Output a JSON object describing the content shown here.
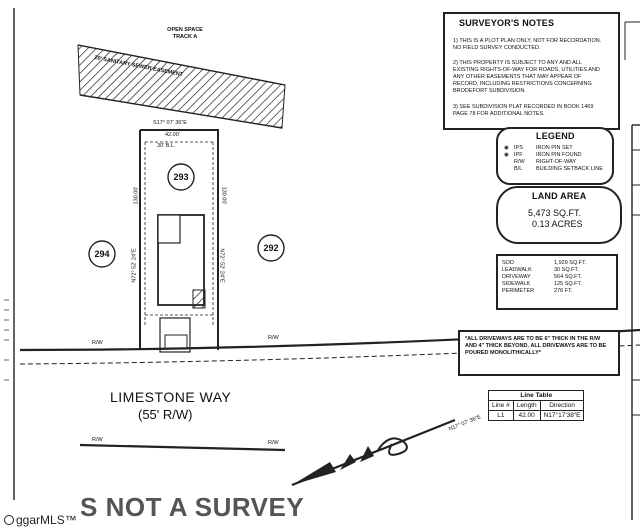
{
  "labels": {
    "open_space": "OPEN SPACE",
    "track": "TRACK A",
    "easement": "20' SANITARY SEWER EASEMENT",
    "bearing_top": "S17° 07' 36\"E",
    "width_top": "42.00'",
    "setback_front": "30' B.L.",
    "lot_main": "293",
    "lot_left": "294",
    "lot_right": "292",
    "dim_left": "130.00'",
    "dim_right": "130.00'",
    "bearing_left": "N72° 52' 24\"E",
    "bearing_right": "N72° 52' 24\"E",
    "rw_left": "R/W",
    "rw_right": "R/W",
    "rw_bottom_left": "R/W",
    "rw_bottom_right": "R/W",
    "street_name": "LIMESTONE WAY",
    "street_rw": "(55' R/W)",
    "chord_label": "N17° 07' 36\"E"
  },
  "surveyor_notes": {
    "title": "SURVEYOR'S NOTES",
    "notes": [
      "1) THIS IS A PLOT PLAN ONLY, NOT FOR RECORDATION. NO FIELD SURVEY CONDUCTED.",
      "2) THIS PROPERTY IS SUBJECT TO ANY AND ALL EXISTING RIGHTS-OF-WAY FOR ROADS, UTILITIES AND ANY OTHER EASEMENTS THAT MAY APPEAR OF RECORD, INCLUDING RESTRICTIONS CONCERNING BRODEFORT SUBDIVISION.",
      "3) SEE SUBDIVISION PLAT RECORDED IN BOOK 1469 PAGE 78 FOR ADDITIONAL NOTES."
    ]
  },
  "legend": {
    "title": "LEGEND",
    "items": [
      {
        "code": "IPS",
        "desc": "IRON PIN SET"
      },
      {
        "code": "IPF",
        "desc": "IRON PIN FOUND"
      },
      {
        "code": "R/W",
        "desc": "RIGHT-OF-WAY"
      },
      {
        "code": "B/L",
        "desc": "BUILDING SETBACK LINE"
      }
    ]
  },
  "land_area": {
    "title": "LAND AREA",
    "sqft": "5,473 SQ.FT.",
    "acres": "0.13 ACRES"
  },
  "area_table": [
    {
      "label": "SOD",
      "value": "1,929 SQ.FT."
    },
    {
      "label": "LEADWALK",
      "value": "30 SQ.FT."
    },
    {
      "label": "DRIVEWAY",
      "value": "564 SQ.FT."
    },
    {
      "label": "SIDEWALK",
      "value": "125 SQ.FT."
    },
    {
      "label": "PERIMETER",
      "value": "276 FT."
    }
  ],
  "driveway_note": "*ALL DRIVEWAYS ARE TO BE 6\" THICK IN THE R/W AND 4\" THICK BEYOND. ALL DRIVEWAYS ARE TO BE POURED MONOLITHICALLY*",
  "line_table": {
    "title": "Line Table",
    "headers": [
      "Line #",
      "Length",
      "Direction"
    ],
    "rows": [
      {
        "line": "L1",
        "length": "42.00",
        "direction": "N17°17'38\"E"
      }
    ]
  },
  "watermark": "THIS IS NOT A SURVEY",
  "watermark_visible": "S NOT A SURVEY",
  "mls_badge": "ggarMLS™"
}
